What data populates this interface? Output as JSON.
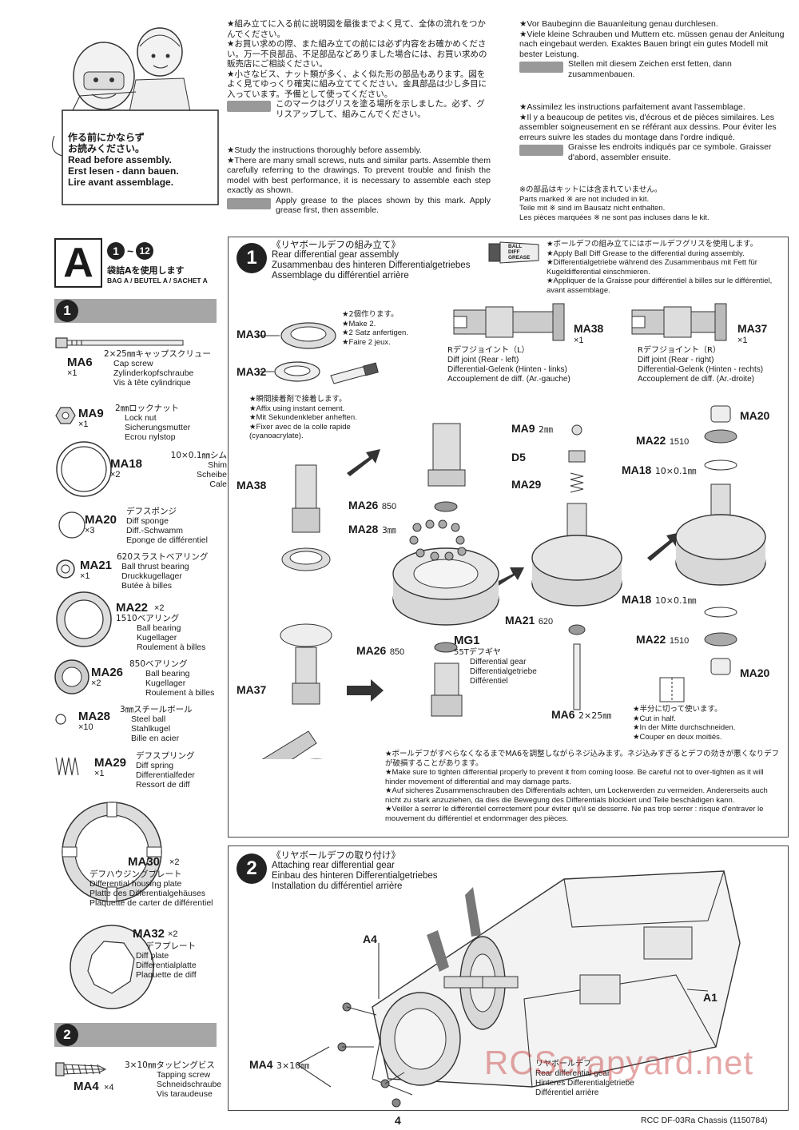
{
  "header": {
    "board_jp": [
      "作る前にかならず",
      "お読みください。"
    ],
    "board_en": "Read before assembly.",
    "board_de": "Erst lesen - dann bauen.",
    "board_fr": "Lire avant assemblage.",
    "jp_col": [
      "★組み立てに入る前に説明図を最後までよく見て、全体の流れをつかんでください。",
      "★お買い求めの際、また組み立ての前には必ず内容をお確かめください。万一不良部品、不足部品などありました場合には、お買い求めの販売店にご相談ください。",
      "★小さなビス、ナット類が多く、よく似た形の部品もあります。図をよく見てゆっくり確実に組み立ててください。金具部品は少し多目に入っています。予備として使ってください。",
      "このマークはグリスを塗る場所を示しました。必ず、グリスアップして、組みこんでください。"
    ],
    "en_col": [
      "★Study the instructions thoroughly before assembly.",
      "★There are many small screws, nuts and similar parts. Assemble them carefully referring to the drawings. To prevent trouble and finish the model with best performance, it is necessary to assemble each step exactly as shown.",
      "Apply grease to the places shown by this mark. Apply grease first, then assemble."
    ],
    "de_col": [
      "★Vor Baubeginn die Bauanleitung genau durchlesen.",
      "★Viele kleine Schrauben und Muttern etc. müssen genau der Anleitung nach eingebaut werden. Exaktes Bauen bringt ein gutes Modell mit bester Leistung.",
      "Stellen mit diesem Zeichen erst fetten, dann zusammenbauen."
    ],
    "fr_col": [
      "★Assimilez les instructions parfaitement avant l'assemblage.",
      "★Il y a beaucoup de petites vis, d'écrous et de pièces similaires. Les assembler soigneusement en se référant aux dessins. Pour éviter les erreurs suivre les stades du montage dans l'ordre indiqué.",
      "Graisse les endroits indiqués par ce symbole. Graisser d'abord, assembler ensuite."
    ],
    "not_included": [
      "※の部品はキットには含まれていません。",
      "Parts marked ※ are not included in kit.",
      "Teile mit ※ sind im Bausatz nicht enthalten.",
      "Les pièces marquées ※ ne sont pas incluses dans le kit."
    ]
  },
  "bag": {
    "letter": "A",
    "range_start": "1",
    "range_sep": "~",
    "range_end": "12",
    "jp": "袋詰Aを使用します",
    "label": "BAG A / BEUTEL A / SACHET A"
  },
  "parts": {
    "step1_num": "1",
    "step2_num": "2",
    "items": [
      {
        "code": "MA6",
        "qty": "×1",
        "jp": "2×25㎜キャップスクリュー",
        "en": "Cap screw",
        "de": "Zylinderkopfschraube",
        "fr": "Vis à tête cylindrique"
      },
      {
        "code": "MA9",
        "qty": "×1",
        "jp": "2㎜ロックナット",
        "en": "Lock nut",
        "de": "Sicherungsmutter",
        "fr": "Ecrou nylstop"
      },
      {
        "code": "MA18",
        "qty": "×2",
        "jp": "10×0.1㎜シム",
        "en": "Shim",
        "de": "Scheibe",
        "fr": "Cale"
      },
      {
        "code": "MA20",
        "qty": "×3",
        "jp": "デフスポンジ",
        "en": "Diff sponge",
        "de": "Diff.-Schwamm",
        "fr": "Eponge de différentiel"
      },
      {
        "code": "MA21",
        "qty": "×1",
        "jp": "620スラストベアリング",
        "en": "Ball thrust bearing",
        "de": "Druckkugellager",
        "fr": "Butée à billes"
      },
      {
        "code": "MA22",
        "qty": "×2",
        "jp": "1510ベアリング",
        "en": "Ball bearing",
        "de": "Kugellager",
        "fr": "Roulement à billes"
      },
      {
        "code": "MA26",
        "qty": "×2",
        "jp": "850ベアリング",
        "en": "Ball bearing",
        "de": "Kugellager",
        "fr": "Roulement à billes"
      },
      {
        "code": "MA28",
        "qty": "×10",
        "jp": "3㎜スチールボール",
        "en": "Steel ball",
        "de": "Stahlkugel",
        "fr": "Bille en acier"
      },
      {
        "code": "MA29",
        "qty": "×1",
        "jp": "デフスプリング",
        "en": "Diff spring",
        "de": "Differentialfeder",
        "fr": "Ressort de diff"
      },
      {
        "code": "MA30",
        "qty": "×2",
        "jp": "デフハウジングプレート",
        "en": "Differential housing plate",
        "de": "Platte des Differentialgehäuses",
        "fr": "Plaquette de carter de différentiel"
      },
      {
        "code": "MA32",
        "qty": "×2",
        "jp": "デフプレート",
        "en": "Diff plate",
        "de": "Differentialplatte",
        "fr": "Plaquette de diff"
      },
      {
        "code": "MA4",
        "qty": "×4",
        "jp": "3×10㎜タッピングビス",
        "en": "Tapping screw",
        "de": "Schneidschraube",
        "fr": "Vis taraudeuse"
      }
    ]
  },
  "step1": {
    "num": "1",
    "title_jp": "《リヤボールデフの組み立て》",
    "title_en": "Rear differential gear assembly",
    "title_de": "Zusammenbau des hinteren Differentialgetriebes",
    "title_fr": "Assemblage du différentiel arrière",
    "grease_note": [
      "★ボールデフの組み立てにはボールデフグリスを使用します。",
      "★Apply Ball Diff Grease to the differential during assembly.",
      "★Differentialgetriebe während des Zusammenbaus mit Fett für Kugeldifferential einschmieren.",
      "★Appliquer de la Graisse pour différentiel à billes sur le différentiel, avant assemblage."
    ],
    "tube_label": [
      "BALL",
      "DIFF",
      "GREASE"
    ],
    "make2": [
      "★2個作ります。",
      "★Make 2.",
      "★2 Satz anfertigen.",
      "★Faire 2 jeux."
    ],
    "glue_note": [
      "★瞬間接着剤で接着します。",
      "★Affix using instant cement.",
      "★Mit Sekundenkleber anheften.",
      "★Fixer avec de la colle rapide (cyanoacrylate)."
    ],
    "joint_l": {
      "code": "MA38",
      "qty": "×1",
      "jp": "Rデフジョイント（L）",
      "en": "Diff joint (Rear - left)",
      "de": "Differential-Gelenk (Hinten - links)",
      "fr": "Accouplement de diff. (Ar.-gauche)"
    },
    "joint_r": {
      "code": "MA37",
      "qty": "×1",
      "jp": "Rデフジョイント（R）",
      "en": "Diff joint (Rear - right)",
      "de": "Differential-Gelenk (Hinten - rechts)",
      "fr": "Accouplement de diff. (Ar.-droite)"
    },
    "gear": {
      "code": "MG1",
      "jp": "55Tデフギヤ",
      "en": "Differential gear",
      "de": "Differentialgetriebe",
      "fr": "Différentiel"
    },
    "cut_note": [
      "★半分に切って使います。",
      "★Cut in half.",
      "★In der Mitte durchschneiden.",
      "★Couper en deux moitiés."
    ],
    "labels": {
      "ma30": "MA30",
      "ma32": "MA32",
      "ma38": "MA38",
      "ma37": "MA37",
      "ma26a": "MA26",
      "ma26a_sz": "850",
      "ma28": "MA28",
      "ma28_sz": "3㎜",
      "ma26b": "MA26",
      "ma26b_sz": "850",
      "ma9": "MA9",
      "ma9_sz": "2㎜",
      "d5": "D5",
      "ma29": "MA29",
      "ma21": "MA21",
      "ma21_sz": "620",
      "ma6": "MA6",
      "ma6_sz": "2×25㎜",
      "ma20a": "MA20",
      "ma22a": "MA22",
      "ma22a_sz": "1510",
      "ma18a": "MA18",
      "ma18a_sz": "10×0.1㎜",
      "ma18b": "MA18",
      "ma18b_sz": "10×0.1㎜",
      "ma22b": "MA22",
      "ma22b_sz": "1510",
      "ma20b": "MA20"
    },
    "tighten_note": [
      "★ボールデフがすべらなくなるまでMA6を調整しながらネジ込みます。ネジ込みすぎるとデフの効きが悪くなりデフが破損することがあります。",
      "★Make sure to tighten differential properly to prevent it from coming loose. Be careful not to over-tighten as it will hinder movement of differential and may damage parts.",
      "★Auf sicheres Zusammenschrauben des Differentials achten, um Lockerwerden zu vermeiden. Andererseits auch nicht zu stark anzuziehen, da dies die Bewegung des Differentials blockiert und Teile beschädigen kann.",
      "★Veiller à serrer le différentiel correctement pour éviter qu'il se desserre. Ne pas trop serrer : risque d'entraver le mouvement du différentiel et endommager des pièces."
    ]
  },
  "step2": {
    "num": "2",
    "title_jp": "《リヤボールデフの取り付け》",
    "title_en": "Attaching rear differential gear",
    "title_de": "Einbau des hinteren Differentialgetriebes",
    "title_fr": "Installation du différentiel arrière",
    "a4": "A4",
    "a1": "A1",
    "ma4": "MA4",
    "ma4_sz": "3×10㎜",
    "diff_jp": "リヤボールデフ",
    "diff_en": "Rear differential gear",
    "diff_de": "Hinteres Differentialgetriebe",
    "diff_fr": "Différentiel arrière"
  },
  "footer": {
    "page": "4",
    "title": "RCC DF-03Ra Chassis (1150784)",
    "watermark": "RCScrapyard.net"
  }
}
